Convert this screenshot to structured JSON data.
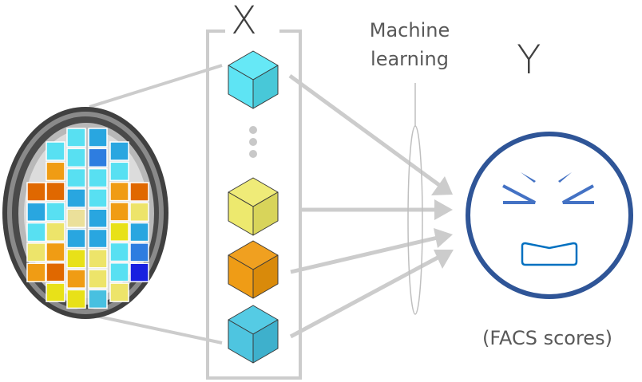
{
  "labels": {
    "x": "X",
    "y": "Y",
    "machine_learning_line1": "Machine",
    "machine_learning_line2": "learning",
    "facs": "(FACS scores)"
  },
  "icons": {
    "brain": "brain-mri-icon",
    "feature_cube": "cube-icon",
    "ellipsis": "vertical-ellipsis-icon",
    "lens": "lens-icon",
    "face": "squinting-face-icon"
  },
  "colors": {
    "line_gray": "#cccccc",
    "face_outline": "#2f5597",
    "face_features": "#4472c4",
    "mouth": "#0070c0",
    "cube_edge": "#333333"
  },
  "brain_grid": {
    "columns": [
      [
        "#e06800",
        "#29a6e0",
        "#58e0f2",
        "#ede46a",
        "#f09c14"
      ],
      [
        "#58e0f2",
        "#f09c14",
        "#e06800",
        "#58e0f2",
        "#ede46a",
        "#f09c14",
        "#e06800",
        "#e8e118"
      ],
      [
        "#58e0f2",
        "#58e0f2",
        "#58e0f2",
        "#29a6e0",
        "#ebe09a",
        "#29a6e0",
        "#e8e118",
        "#f09c14",
        "#e8e118"
      ],
      [
        "#29a6e0",
        "#2e7de0",
        "#58e0f2",
        "#58e0f2",
        "#29a6e0",
        "#29a6e0",
        "#ede46a",
        "#ede46a",
        "#48c0e0"
      ],
      [
        "#29a6e0",
        "#58e0f2",
        "#f09c14",
        "#f09c14",
        "#e8e118",
        "#58e0f2",
        "#58e0f2",
        "#ede46a"
      ],
      [
        "#e06800",
        "#ede46a",
        "#29a6e0",
        "#2e7de0",
        "#1820e0"
      ]
    ]
  },
  "features": [
    {
      "name": "feature-1",
      "color": "#5ee4f4",
      "dark": "#48c8d8",
      "top": "#66e8f6"
    },
    {
      "name": "feature-2",
      "color": "#ede96e",
      "dark": "#d8d45a",
      "top": "#efeb78"
    },
    {
      "name": "feature-3",
      "color": "#ef9c16",
      "dark": "#d98a0a",
      "top": "#f0a020"
    },
    {
      "name": "feature-4",
      "color": "#4ec5e0",
      "dark": "#3eb0cc",
      "top": "#55cbe4"
    }
  ]
}
